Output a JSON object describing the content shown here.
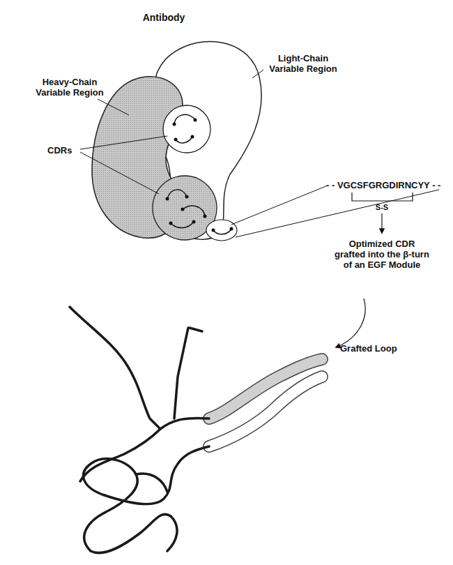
{
  "diagram": {
    "labels": [
      "Antibody",
      "Light-Chain Variable Region",
      "Heavy-Chain Variable Region",
      "CDRs",
      "- - VGCSFGRGDIRNCYY - -",
      "S-S",
      "Optimized CDR grafted into the β-turn of an EGF Module",
      "Grafted Loop"
    ]
  }
}
